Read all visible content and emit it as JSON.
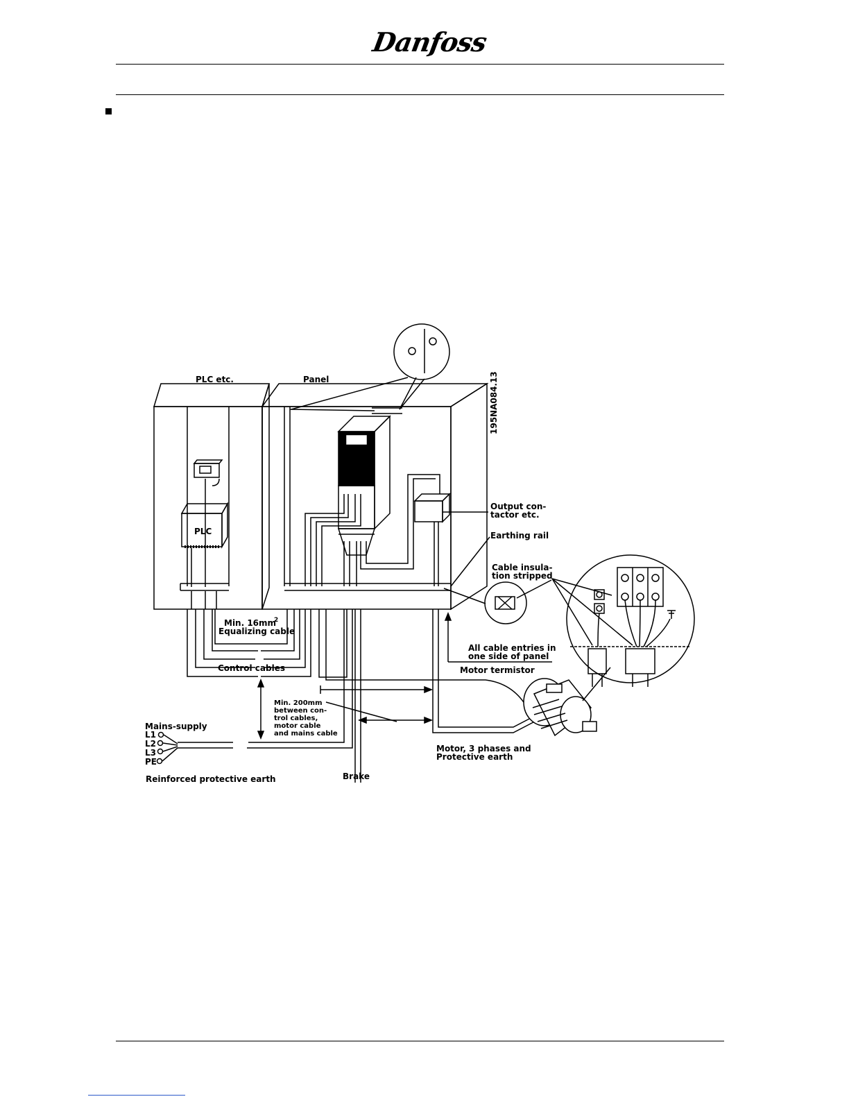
{
  "header": {
    "logo_text": "Danfoss"
  },
  "diagram": {
    "drawing_code": "195NA084.13",
    "cabinets": {
      "plc_label": "PLC etc.",
      "panel_label": "Panel",
      "plc_box_label": "PLC"
    },
    "labels": {
      "output_contactor_1": "Output con-",
      "output_contactor_2": "tactor etc.",
      "earthing_rail": "Earthing rail",
      "cable_insulation_1": "Cable insula-",
      "cable_insulation_2": "tion stripped",
      "equalizing_1": "Min. 16mm",
      "equalizing_sup": "2",
      "equalizing_2": "Equalizing cable",
      "control_cables": "Control cables",
      "cable_entries_1": "All cable entries in",
      "cable_entries_2": "one side of panel",
      "motor_termistor": "Motor termistor",
      "min_200_1": "Min. 200mm",
      "min_200_2": "between con-",
      "min_200_3": "trol cables,",
      "min_200_4": "motor cable",
      "min_200_5": "and mains cable",
      "mains_supply": "Mains-supply",
      "l1": "L1",
      "l2": "L2",
      "l3": "L3",
      "pe": "PE",
      "reinforced_earth": "Reinforced protective earth",
      "brake": "Brake",
      "motor_1": "Motor, 3 phases and",
      "motor_2": "Protective earth"
    }
  }
}
